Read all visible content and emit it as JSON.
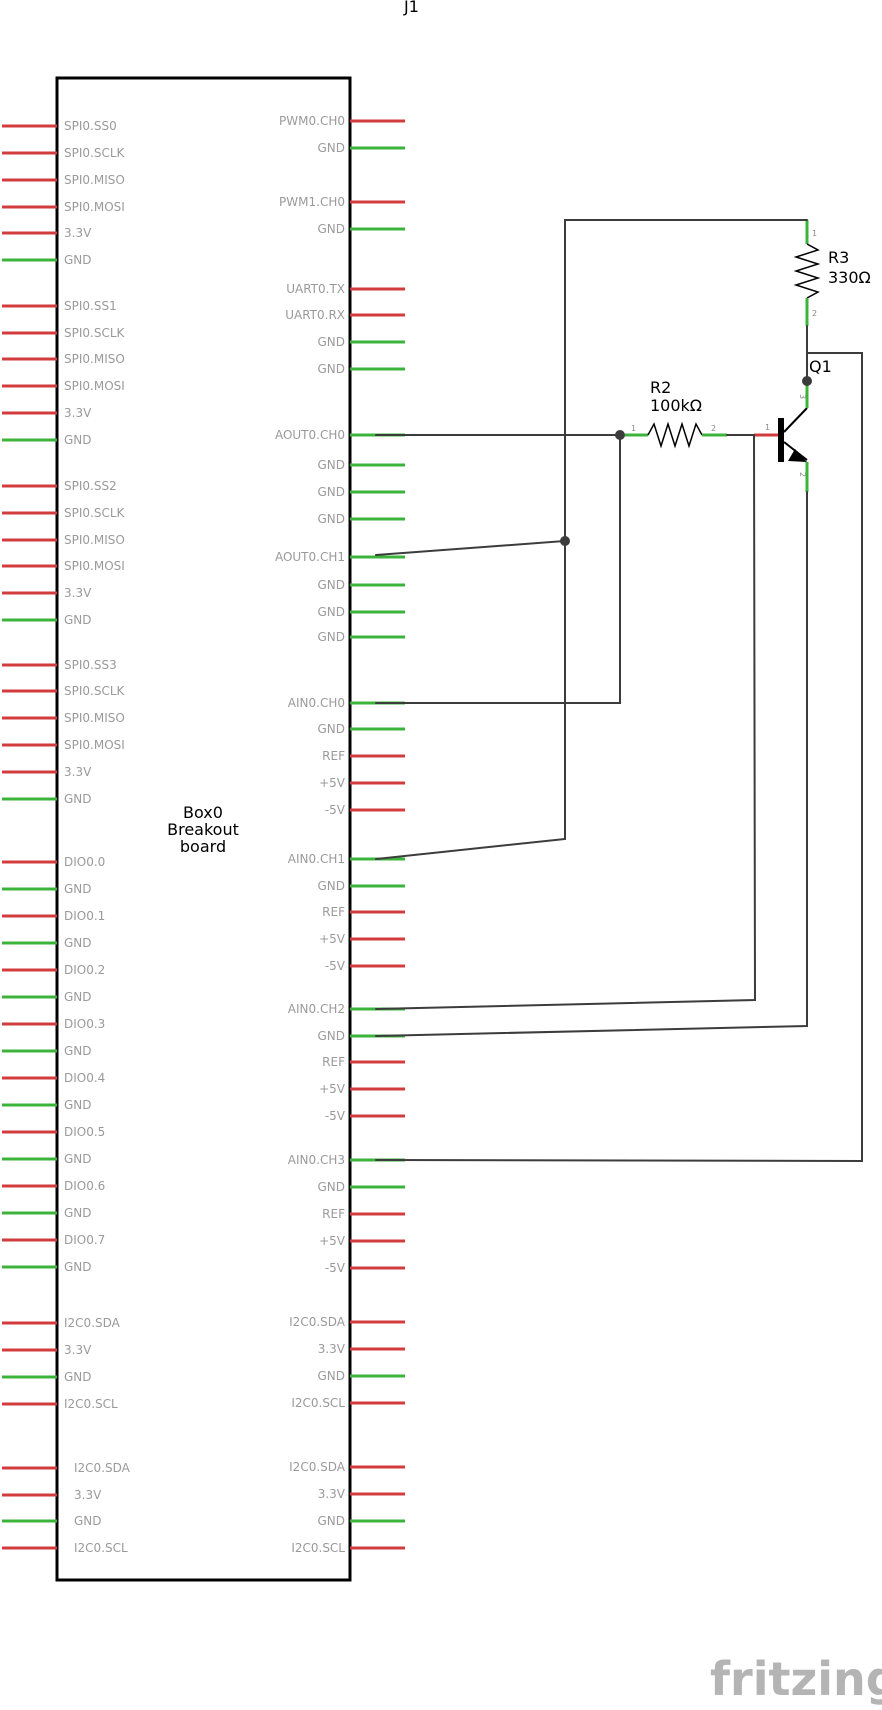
{
  "part": {
    "ref": "J1",
    "name_lines": [
      "Box0",
      "Breakout",
      "board"
    ]
  },
  "colors": {
    "signal_pin": "#d23c3c",
    "ground_pin": "#3cb43c",
    "wire": "#3c3c3c",
    "outline": "#000000",
    "label": "#9a9a9a"
  },
  "left_pins": [
    {
      "label": "SPI0.SS0",
      "kind": "signal"
    },
    {
      "label": "SPI0.SCLK",
      "kind": "signal"
    },
    {
      "label": "SPI0.MISO",
      "kind": "signal"
    },
    {
      "label": "SPI0.MOSI",
      "kind": "signal"
    },
    {
      "label": "3.3V",
      "kind": "signal"
    },
    {
      "label": "GND",
      "kind": "ground"
    },
    {
      "label": "SPI0.SS1",
      "kind": "signal"
    },
    {
      "label": "SPI0.SCLK",
      "kind": "signal"
    },
    {
      "label": "SPI0.MISO",
      "kind": "signal"
    },
    {
      "label": "SPI0.MOSI",
      "kind": "signal"
    },
    {
      "label": "3.3V",
      "kind": "signal"
    },
    {
      "label": "GND",
      "kind": "ground"
    },
    {
      "label": "SPI0.SS2",
      "kind": "signal"
    },
    {
      "label": "SPI0.SCLK",
      "kind": "signal"
    },
    {
      "label": "SPI0.MISO",
      "kind": "signal"
    },
    {
      "label": "SPI0.MOSI",
      "kind": "signal"
    },
    {
      "label": "3.3V",
      "kind": "signal"
    },
    {
      "label": "GND",
      "kind": "ground"
    },
    {
      "label": "SPI0.SS3",
      "kind": "signal"
    },
    {
      "label": "SPI0.SCLK",
      "kind": "signal"
    },
    {
      "label": "SPI0.MISO",
      "kind": "signal"
    },
    {
      "label": "SPI0.MOSI",
      "kind": "signal"
    },
    {
      "label": "3.3V",
      "kind": "signal"
    },
    {
      "label": "GND",
      "kind": "ground"
    },
    {
      "label": "DIO0.0",
      "kind": "signal"
    },
    {
      "label": "GND",
      "kind": "ground"
    },
    {
      "label": "DIO0.1",
      "kind": "signal"
    },
    {
      "label": "GND",
      "kind": "ground"
    },
    {
      "label": "DIO0.2",
      "kind": "signal"
    },
    {
      "label": "GND",
      "kind": "ground"
    },
    {
      "label": "DIO0.3",
      "kind": "signal"
    },
    {
      "label": "GND",
      "kind": "ground"
    },
    {
      "label": "DIO0.4",
      "kind": "signal"
    },
    {
      "label": "GND",
      "kind": "ground"
    },
    {
      "label": "DIO0.5",
      "kind": "signal"
    },
    {
      "label": "GND",
      "kind": "ground"
    },
    {
      "label": "DIO0.6",
      "kind": "signal"
    },
    {
      "label": "GND",
      "kind": "ground"
    },
    {
      "label": "DIO0.7",
      "kind": "signal"
    },
    {
      "label": "GND",
      "kind": "ground"
    },
    {
      "label": "I2C0.SDA",
      "kind": "signal"
    },
    {
      "label": "3.3V",
      "kind": "signal"
    },
    {
      "label": "GND",
      "kind": "ground"
    },
    {
      "label": "I2C0.SCL",
      "kind": "signal"
    },
    {
      "label": "I2C0.SDA",
      "kind": "signal"
    },
    {
      "label": "3.3V",
      "kind": "signal"
    },
    {
      "label": "GND",
      "kind": "ground"
    },
    {
      "label": "I2C0.SCL",
      "kind": "signal"
    }
  ],
  "right_pins": [
    {
      "label": "PWM0.CH0",
      "kind": "signal"
    },
    {
      "label": "GND",
      "kind": "ground"
    },
    {
      "label": "PWM1.CH0",
      "kind": "signal"
    },
    {
      "label": "GND",
      "kind": "ground"
    },
    {
      "label": "UART0.TX",
      "kind": "signal"
    },
    {
      "label": "UART0.RX",
      "kind": "signal"
    },
    {
      "label": "GND",
      "kind": "ground"
    },
    {
      "label": "GND",
      "kind": "ground"
    },
    {
      "label": "AOUT0.CH0",
      "kind": "ground"
    },
    {
      "label": "GND",
      "kind": "ground"
    },
    {
      "label": "GND",
      "kind": "ground"
    },
    {
      "label": "GND",
      "kind": "ground"
    },
    {
      "label": "AOUT0.CH1",
      "kind": "ground"
    },
    {
      "label": "GND",
      "kind": "ground"
    },
    {
      "label": "GND",
      "kind": "ground"
    },
    {
      "label": "GND",
      "kind": "ground"
    },
    {
      "label": "AIN0.CH0",
      "kind": "ground"
    },
    {
      "label": "GND",
      "kind": "ground"
    },
    {
      "label": "REF",
      "kind": "signal"
    },
    {
      "label": "+5V",
      "kind": "signal"
    },
    {
      "label": "-5V",
      "kind": "signal"
    },
    {
      "label": "AIN0.CH1",
      "kind": "ground"
    },
    {
      "label": "GND",
      "kind": "ground"
    },
    {
      "label": "REF",
      "kind": "signal"
    },
    {
      "label": "+5V",
      "kind": "signal"
    },
    {
      "label": "-5V",
      "kind": "signal"
    },
    {
      "label": "AIN0.CH2",
      "kind": "ground"
    },
    {
      "label": "GND",
      "kind": "ground"
    },
    {
      "label": "REF",
      "kind": "signal"
    },
    {
      "label": "+5V",
      "kind": "signal"
    },
    {
      "label": "-5V",
      "kind": "signal"
    },
    {
      "label": "AIN0.CH3",
      "kind": "ground"
    },
    {
      "label": "GND",
      "kind": "ground"
    },
    {
      "label": "REF",
      "kind": "signal"
    },
    {
      "label": "+5V",
      "kind": "signal"
    },
    {
      "label": "-5V",
      "kind": "signal"
    },
    {
      "label": "I2C0.SDA",
      "kind": "signal"
    },
    {
      "label": "3.3V",
      "kind": "signal"
    },
    {
      "label": "GND",
      "kind": "ground"
    },
    {
      "label": "I2C0.SCL",
      "kind": "signal"
    },
    {
      "label": "I2C0.SDA",
      "kind": "signal"
    },
    {
      "label": "3.3V",
      "kind": "signal"
    },
    {
      "label": "GND",
      "kind": "ground"
    },
    {
      "label": "I2C0.SCL",
      "kind": "signal"
    }
  ],
  "r2": {
    "ref": "R2",
    "value": "100kΩ",
    "pin1": "1",
    "pin2": "2"
  },
  "r3": {
    "ref": "R3",
    "value": "330Ω",
    "pin1": "1",
    "pin2": "2"
  },
  "q1": {
    "ref": "Q1",
    "pin_base": "1",
    "pin_emitter": "2",
    "pin_collector": "3"
  },
  "logo": "fritzing"
}
